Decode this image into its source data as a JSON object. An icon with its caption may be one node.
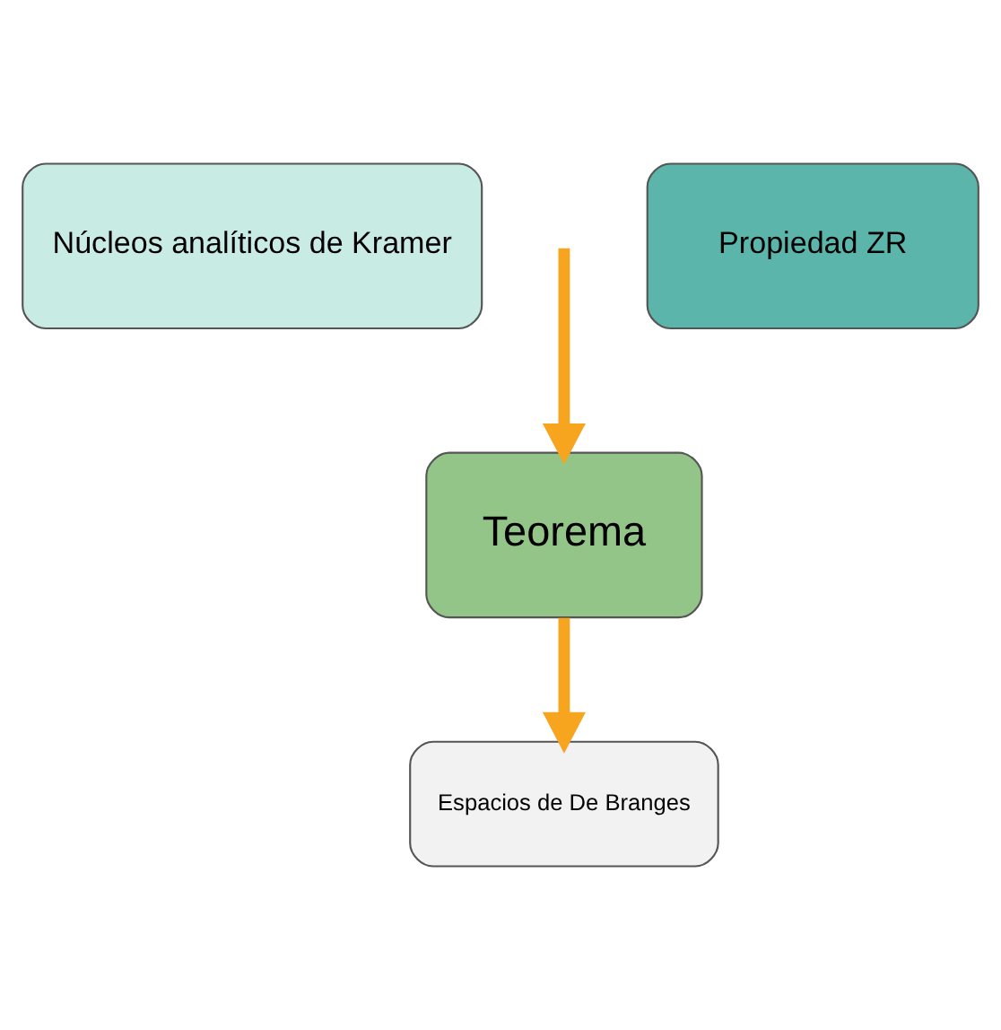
{
  "diagram": {
    "nodes": [
      {
        "text": [
          "Núcleos analíticos de Kramer"
        ]
      },
      {
        "text": [
          "Propiedad ZR"
        ]
      },
      {
        "text": [
          "Teorema"
        ]
      },
      {
        "text": [
          "Espacios de De Branges"
        ]
      }
    ],
    "edges": [
      {
        "from": null,
        "to": 2,
        "arrow": "to"
      },
      {
        "from": 2,
        "to": 3,
        "arrow": "to"
      }
    ]
  }
}
